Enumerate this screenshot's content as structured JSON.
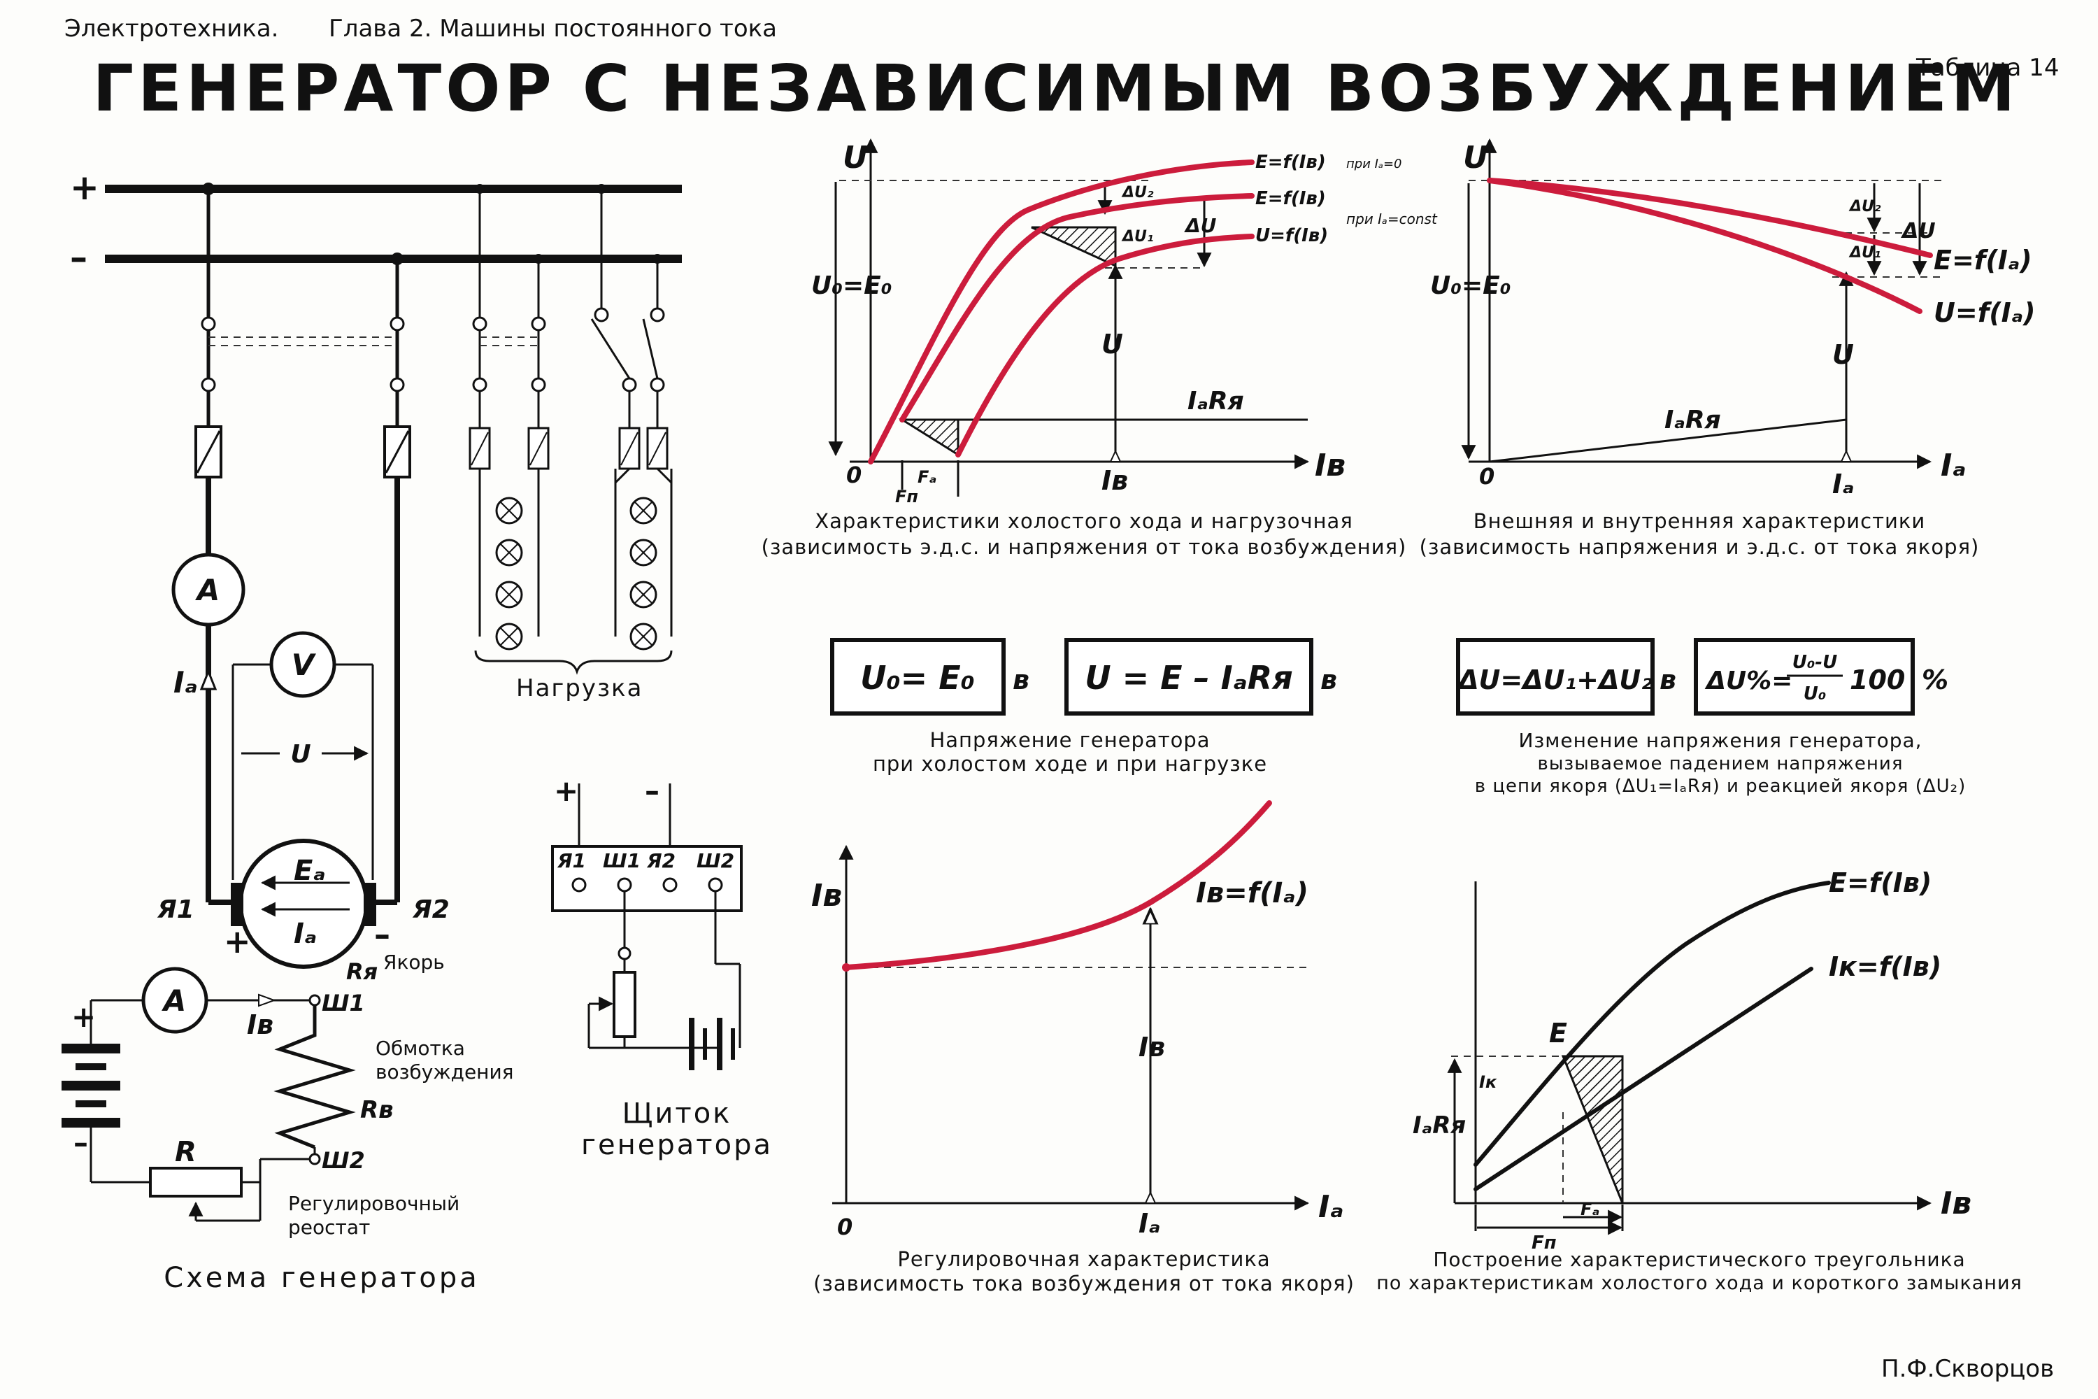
{
  "header": {
    "subject": "Электротехника.",
    "chapter": "Глава 2. Машины постоянного тока",
    "table_no": "Таблица 14",
    "title": "ГЕНЕРАТОР С НЕЗАВИСИМЫМ ВОЗБУЖДЕНИЕМ",
    "author": "П.Ф.Скворцов"
  },
  "colors": {
    "curve": "#cc1c3c",
    "ink": "#111111",
    "paper": "#fdfdfb"
  },
  "schematic": {
    "plus": "+",
    "minus": "–",
    "ammeter": "A",
    "voltmeter": "V",
    "voltage": "U",
    "armature_current": "Iₐ",
    "emf": "Eₐ",
    "armature_current_inner": "Iₐ",
    "terminal_ya1": "Я1",
    "terminal_ya2": "Я2",
    "armature_resistance": "Rя",
    "armature_label": "Якорь",
    "load_label": "Нагрузка",
    "field_current": "Iв",
    "field_ammeter": "A",
    "sh1": "Ш1",
    "sh2": "Ш2",
    "field_winding": [
      "Обмотка",
      "возбуждения"
    ],
    "field_resistance": "Rв",
    "rheostat_symbol": "R",
    "rheostat_label": [
      "Регулировочный",
      "реостат"
    ],
    "caption": "Схема генератора",
    "panel_terminals": [
      "Я1",
      "Ш1",
      "Я2",
      "Ш2"
    ],
    "panel_label": [
      "Щиток",
      "генератора"
    ]
  },
  "graph_noload": {
    "y_axis": "U",
    "x_axis": "Iв",
    "origin": "0",
    "curve_labels": [
      "E=f(Iв)",
      "E=f(Iв)",
      "U=f(Iв)"
    ],
    "cond1": "при Iₐ=0",
    "cond2": "при Iₐ=const",
    "u0": "U₀=E₀",
    "du2": "ΔU₂",
    "du1": "ΔU₁",
    "du": "ΔU",
    "u_mark": "U",
    "iv_mark": "Iв",
    "iara": "IₐRя",
    "fa": "Fₐ",
    "fn": "Fп",
    "caption": [
      "Характеристики холостого хода и нагрузочная",
      "(зависимость э.д.с. и напряжения от тока возбуждения)"
    ]
  },
  "graph_external": {
    "y_axis": "U",
    "x_axis": "Iₐ",
    "origin": "0",
    "u0": "U₀=E₀",
    "du2": "ΔU₂",
    "du1": "ΔU₁",
    "du": "ΔU",
    "curve_e": "E=f(Iₐ)",
    "curve_u": "U=f(Iₐ)",
    "u_mark": "U",
    "ia_mark": "Iₐ",
    "iara": "IₐRя",
    "caption": [
      "Внешняя и внутренняя характеристики",
      "(зависимость напряжения и э.д.с. от тока якоря)"
    ]
  },
  "formulas": {
    "f1": "U₀= E₀",
    "unit1": "в",
    "f2": "U = E – IₐRя",
    "unit2": "в",
    "f3": "ΔU=ΔU₁+ΔU₂",
    "unit3": "в",
    "f4_lhs": "ΔU%=",
    "f4_num": "U₀-U",
    "f4_den": "U₀",
    "f4_mul": "100",
    "unit4": "%",
    "caption_left": [
      "Напряжение генератора",
      "при холостом ходе и при нагрузке"
    ],
    "caption_right": [
      "Изменение напряжения генератора,",
      "вызываемое падением напряжения",
      "в цепи якоря (ΔU₁=IₐRя) и реакцией якоря (ΔU₂)"
    ]
  },
  "graph_regulation": {
    "y_axis": "Iв",
    "x_axis": "Iₐ",
    "origin": "0",
    "curve": "Iв=f(Iₐ)",
    "iv_mark": "Iв",
    "ia_mark": "Iₐ",
    "caption": [
      "Регулировочная характеристика",
      "(зависимость тока возбуждения от тока якоря)"
    ]
  },
  "graph_triangle": {
    "x_axis": "Iв",
    "curve_e": "E=f(Iв)",
    "curve_k": "Iк=f(Iв)",
    "e_mark": "E",
    "ik_mark": "Iк",
    "iara": "IₐRя",
    "fa": "Fₐ",
    "fn": "Fп",
    "caption": [
      "Построение характеристического треугольника",
      "по характеристикам холостого хода и короткого замыкания"
    ]
  }
}
